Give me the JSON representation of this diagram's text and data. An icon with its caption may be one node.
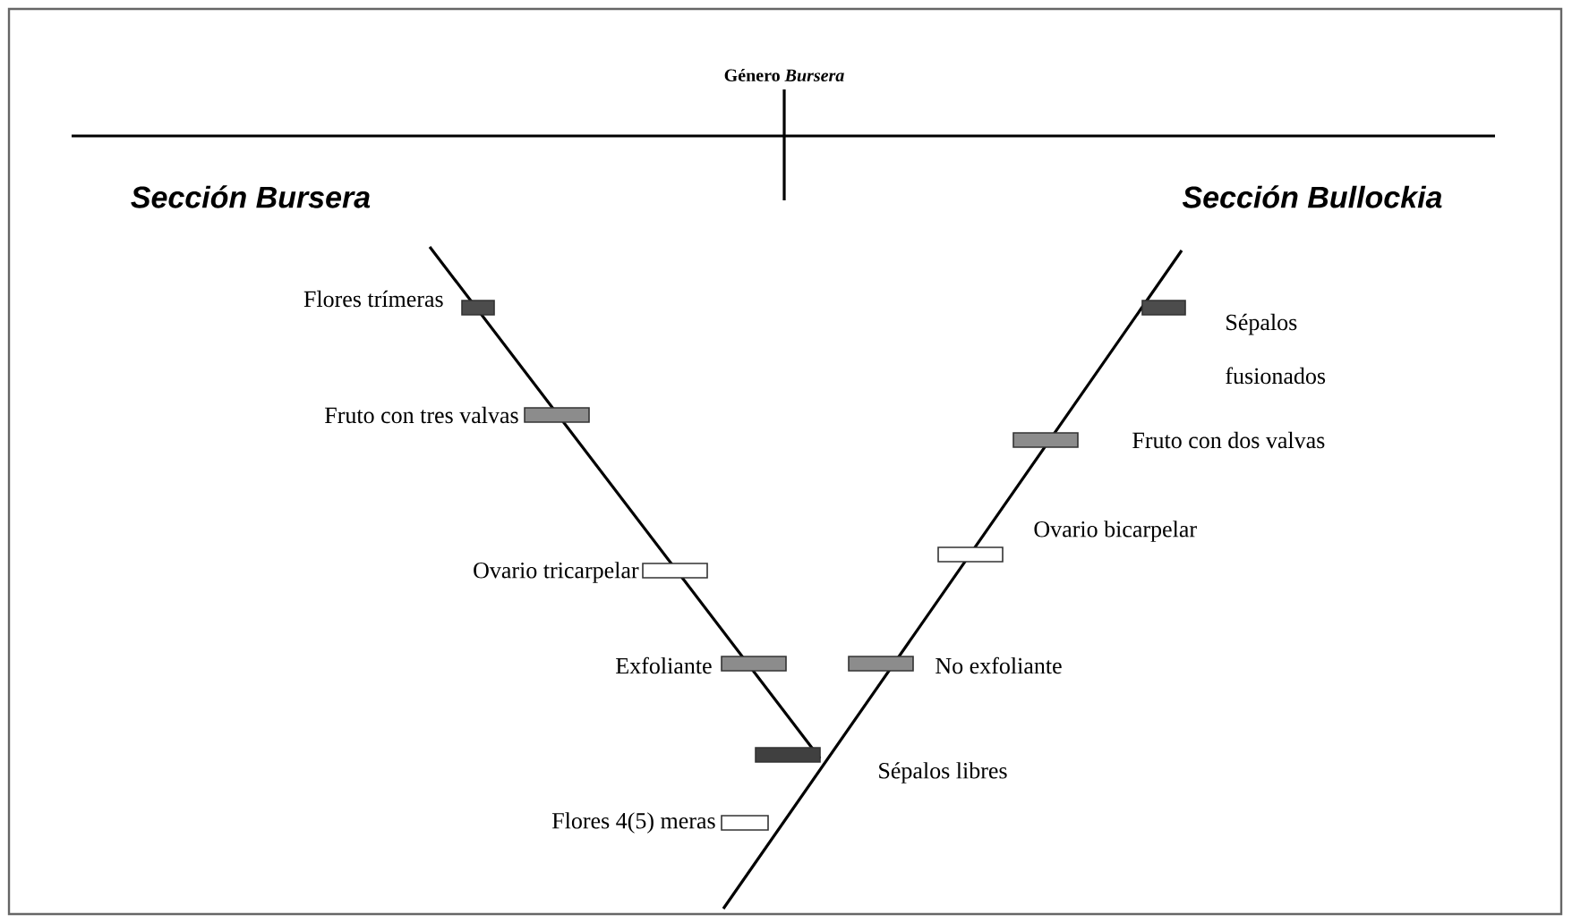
{
  "diagram": {
    "title": "Género *Bursera*",
    "nodes": [
      {
        "text": [],
        "shape": "bar",
        "beside": [
          "Flores trímeras"
        ]
      },
      {
        "text": [],
        "shape": "bar",
        "beside": [
          "Fruto con tres valvas"
        ]
      },
      {
        "text": [],
        "shape": "bar",
        "beside": [
          "Ovario tricarpelar"
        ]
      },
      {
        "text": [],
        "shape": "bar",
        "beside": [
          "Exfoliante"
        ]
      },
      {
        "text": [],
        "shape": "bar",
        "beside": [
          "Sépalos libres"
        ]
      },
      {
        "text": [],
        "shape": "bar",
        "beside": [
          "Flores 4(5) meras"
        ]
      },
      {
        "text": [],
        "shape": "bar",
        "beside": [
          "Sépalos fusionados"
        ]
      },
      {
        "text": [],
        "shape": "bar",
        "beside": [
          "Fruto con dos valvas"
        ]
      },
      {
        "text": [],
        "shape": "bar",
        "beside": [
          "Ovario bicarpelar"
        ]
      },
      {
        "text": [],
        "shape": "bar",
        "beside": [
          "No exfoliante"
        ]
      }
    ],
    "labels": [
      "Sección Bursera",
      "Sección Bullockia"
    ]
  }
}
